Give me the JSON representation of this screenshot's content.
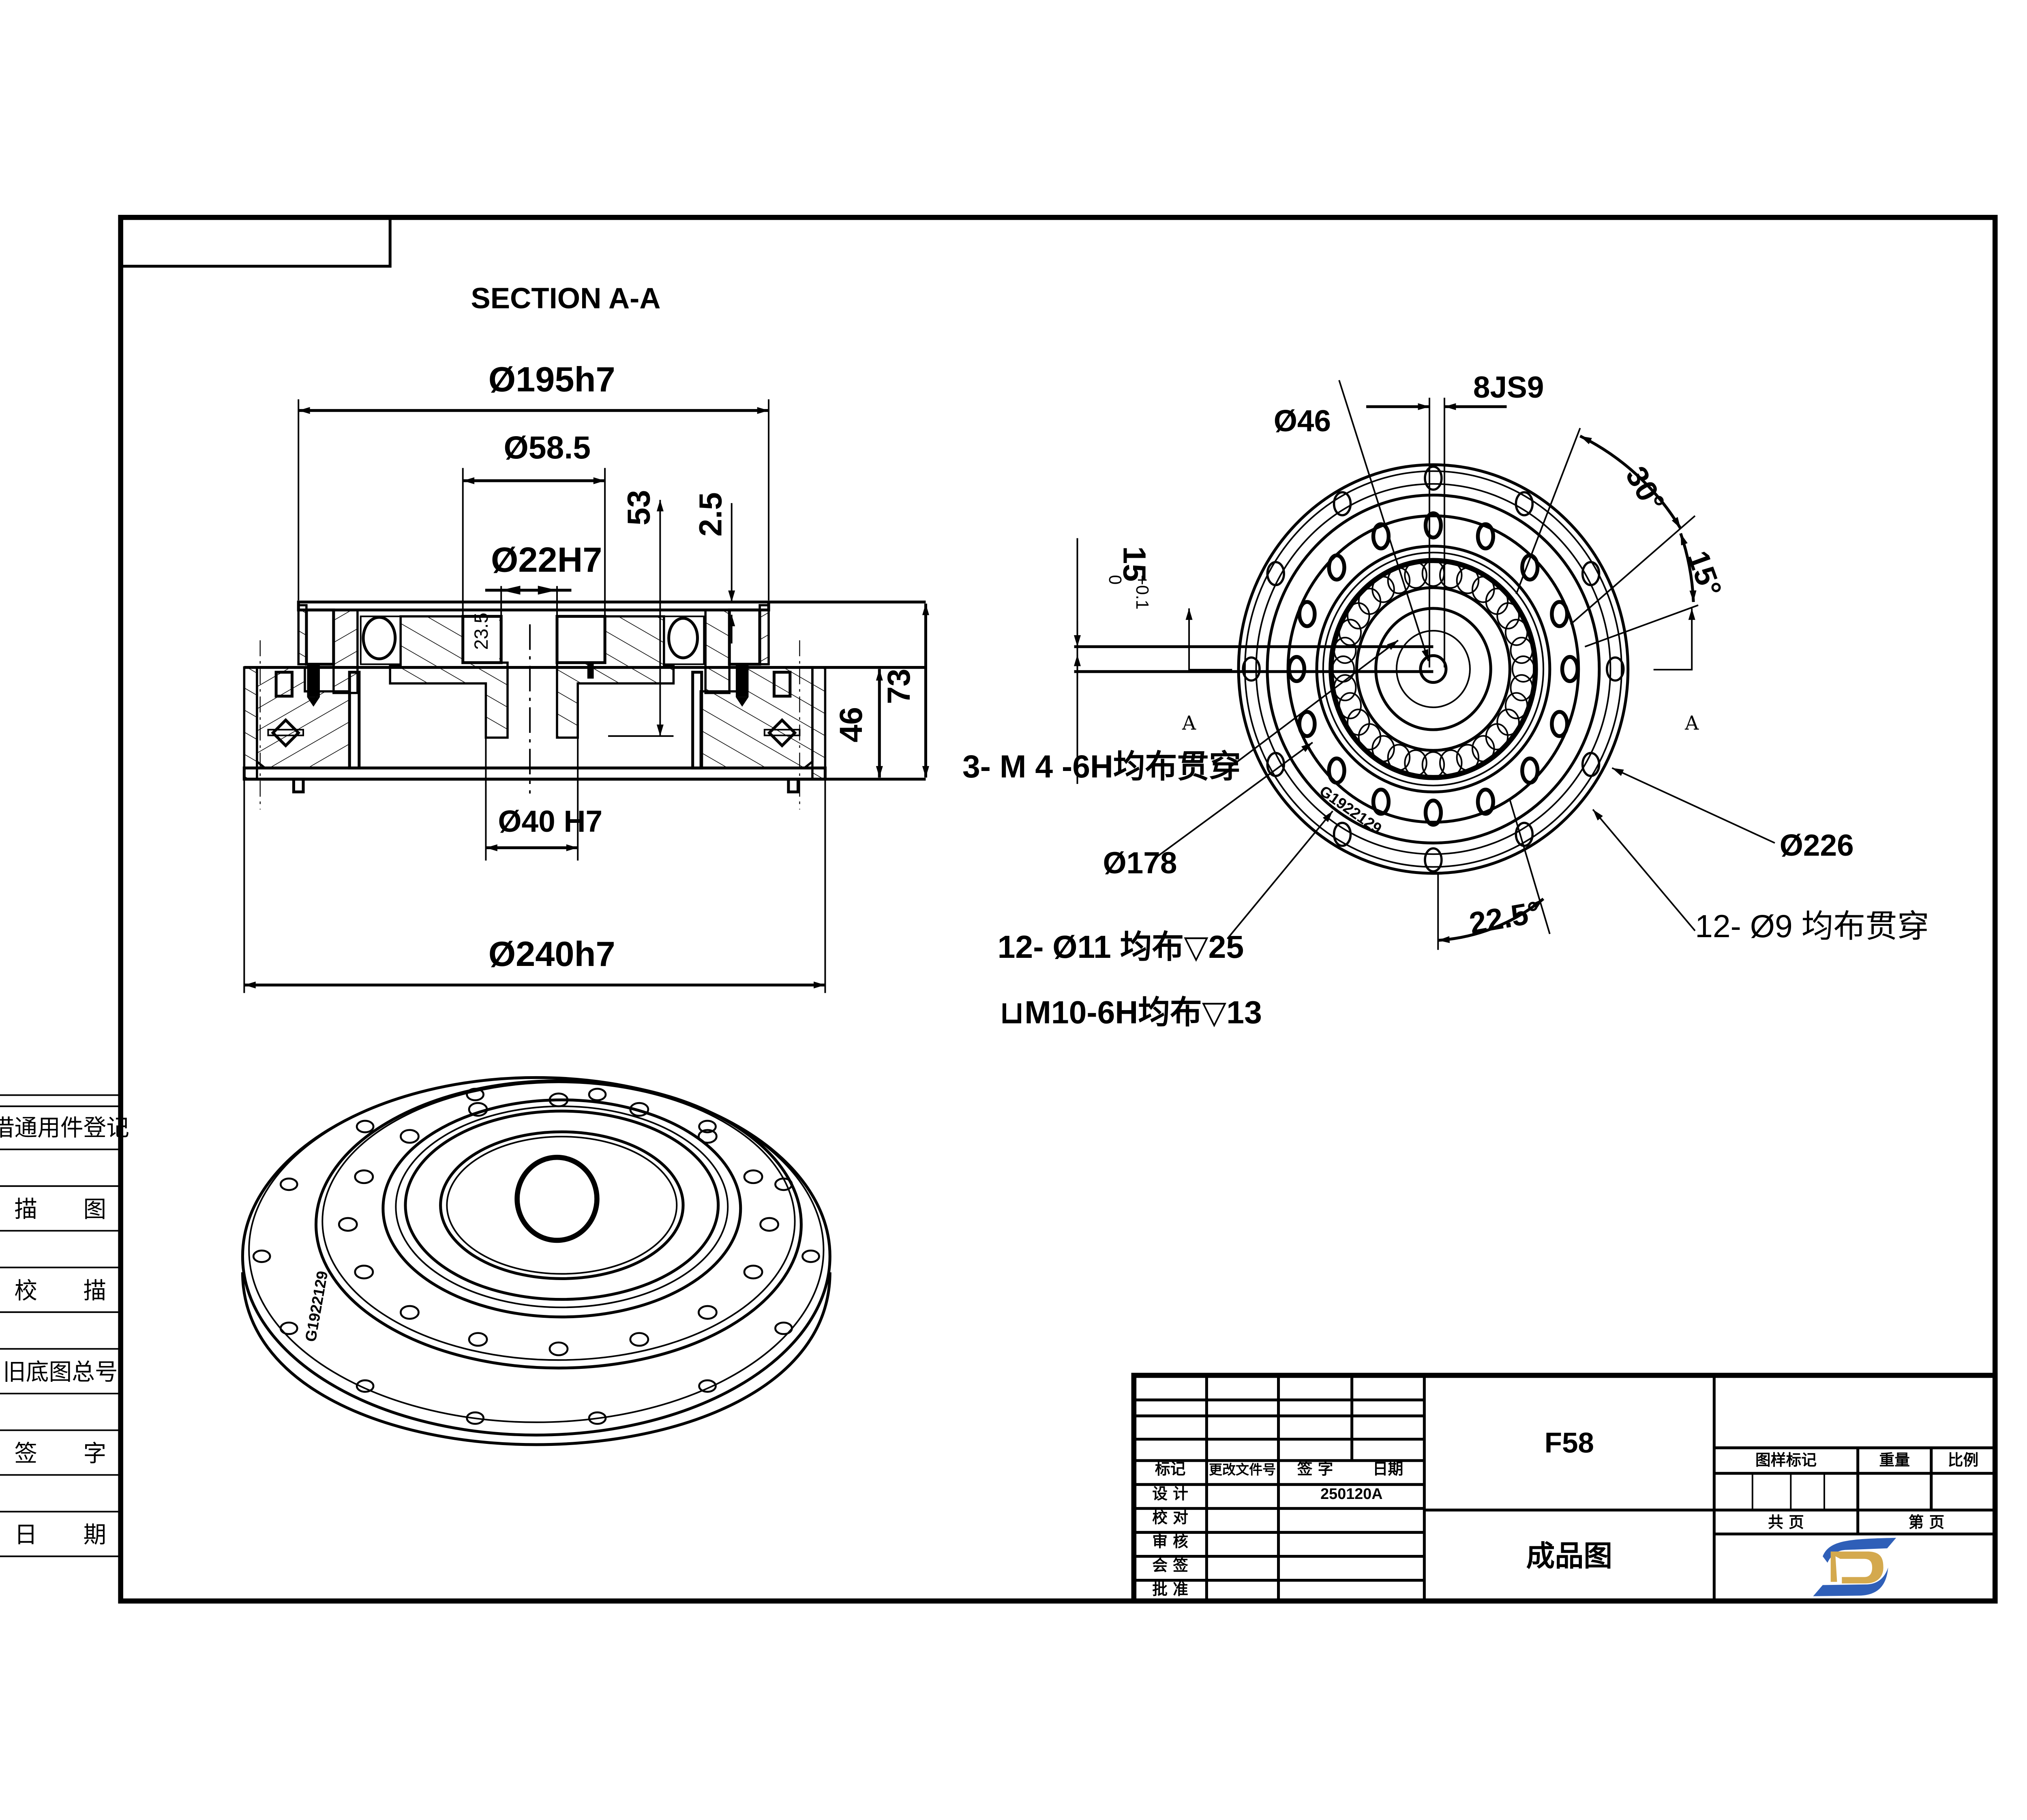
{
  "sheet": {
    "side_strip": {
      "labels": [
        "借通用件登记",
        "描　　图",
        "校　　描",
        "旧底图总号",
        "签　　字",
        "日　　期"
      ]
    },
    "section_view": {
      "title": "SECTION A-A",
      "dims": {
        "d195": "Ø195h7",
        "d58_5": "Ø58.5",
        "d22": "Ø22H7",
        "h53": "53",
        "h2_5": "2.5",
        "h23_5": "23.5",
        "h73": "73",
        "h46": "46",
        "d40": "Ø40 H7",
        "d240": "Ø240h7"
      }
    },
    "front_view": {
      "dims": {
        "key_width": "8JS9",
        "d46": "Ø46",
        "angle30": "30°",
        "angle15": "15°",
        "keyway_depth_main": "15",
        "keyway_tol_upper": "+0.1",
        "keyway_tol_lower": "0",
        "section_mark_left": "A",
        "section_mark_right": "A",
        "d178": "Ø178",
        "d226": "Ø226",
        "angle22_5": "22.5°",
        "serial": "G1922129"
      },
      "callouts": {
        "m4": "3- M 4 -6H均布贯穿",
        "holes11": "12- Ø11 均布▽25",
        "m10": "⊔M10-6H均布▽13",
        "holes9": "12- Ø9 均布贯穿"
      }
    },
    "iso_view": {
      "serial": "G1922129"
    },
    "title_block": {
      "headers": {
        "mark": "标记",
        "change_doc": "更改文件号",
        "signature": "签 字",
        "date": "日期"
      },
      "rows": [
        {
          "label": "设 计",
          "value": "250120A"
        },
        {
          "label": "校 对",
          "value": ""
        },
        {
          "label": "审 核",
          "value": ""
        },
        {
          "label": "会 签",
          "value": ""
        },
        {
          "label": "批 准",
          "value": ""
        }
      ],
      "part_no": "F58",
      "drawing_name": "成品图",
      "drawing_mark": "图样标记",
      "weight": "重量",
      "scale": "比例",
      "total_pages": "共 页",
      "page_no": "第 页",
      "logo": {
        "letters": "DS",
        "colors": {
          "blue": "#2f5fb8",
          "gold": "#d4a94e"
        }
      }
    }
  }
}
